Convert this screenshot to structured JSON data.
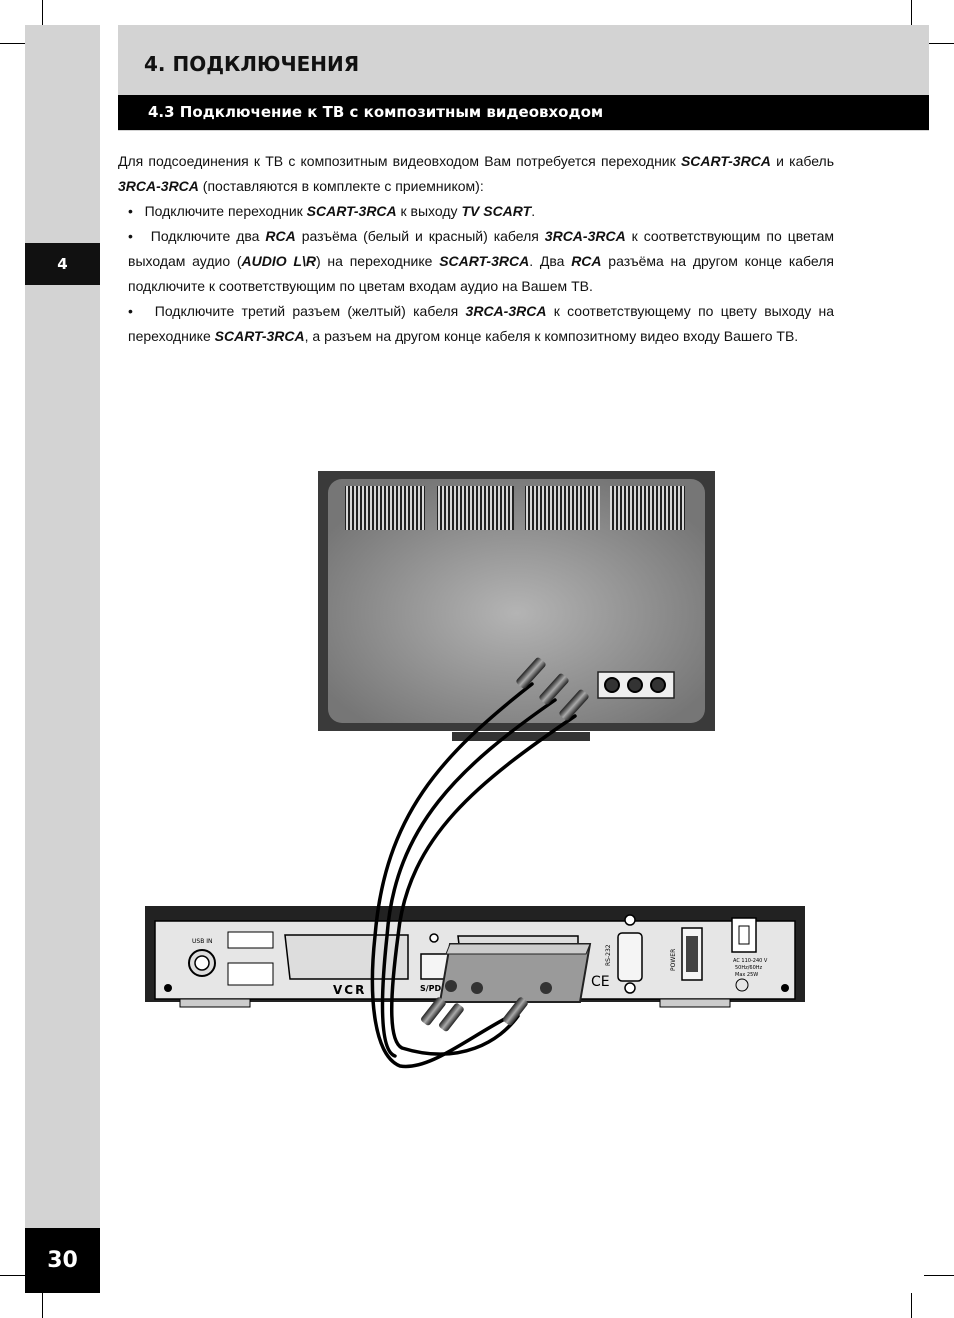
{
  "page": {
    "chapter_tab": "4",
    "page_number": "30"
  },
  "header": {
    "chapter_title": "4. ПОДКЛЮЧЕНИЯ",
    "section_title": "4.3 Подключение к ТВ с композитным видеовходом"
  },
  "body": {
    "intro": {
      "t1": "Для подсоединения к ТВ с композитным видеовходом Вам потребуется переходник ",
      "b1": "SCART-3RCA",
      "t2": " и кабель ",
      "b2": "3RCA-3RCA",
      "t3": " (поставляются в комплекте с приемником):"
    },
    "bullet1": {
      "t1": "Подключите  переходник ",
      "b1": "SCART-3RCA",
      "t2": " к выходу ",
      "b2": "TV SCART",
      "t3": "."
    },
    "bullet2": {
      "t1": "Подключите два ",
      "b1": "RCA",
      "t2": " разъёма (белый и красный) кабеля ",
      "b2": "3RCA-3RCA",
      "t3": " к соответствующим по цветам выходам аудио (",
      "b3": "AUDIO L\\R",
      "t4": ") на переходнике ",
      "b4": "SCART-3RCA",
      "t5": ". Два ",
      "b5": "RCA",
      "t6": " разъёма на другом конце кабеля подключите к соответствующим по цветам входам аудио на Вашем ТВ."
    },
    "bullet3": {
      "t1": "Подключите третий разъем (желтый) кабеля ",
      "b1": "3RCA-3RCA",
      "t2": " к соответствующему по цвету выходу на переходнике ",
      "b2": "SCART-3RCA",
      "t3": ", а разъем на другом конце кабеля  к композитному видео входу Вашего ТВ."
    },
    "bullet_mark": "•"
  },
  "illustration": {
    "usb_label": "USB IN",
    "vcr_label": "VCR",
    "spdif_label": "S/PD",
    "rs232_label": "RS-232",
    "power_label": "POWER",
    "ce_mark": "CE",
    "ac_line1": "AC 110-240 V",
    "ac_line2": "50Hz/60Hz",
    "ac_line3": "Max 25W"
  }
}
